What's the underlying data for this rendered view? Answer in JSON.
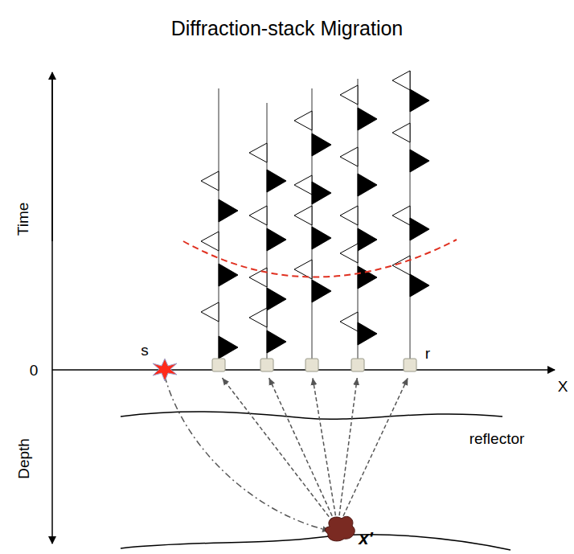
{
  "diagram": {
    "title": "Diffraction-stack Migration",
    "labels": [
      "Time",
      "0",
      "Depth",
      "s",
      "r",
      "X",
      "reflector",
      "x'"
    ]
  }
}
